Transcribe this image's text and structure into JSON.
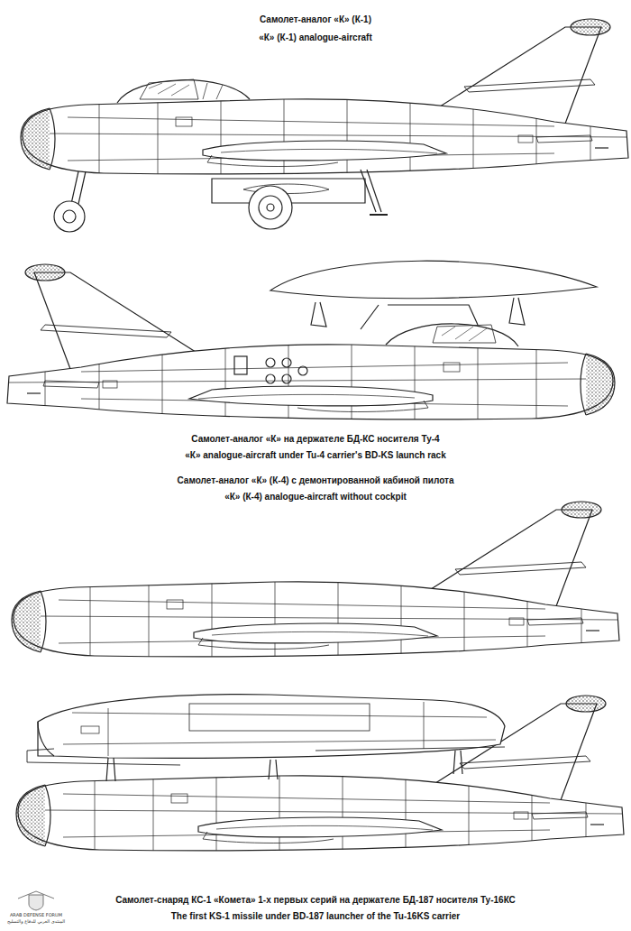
{
  "diagram": {
    "labels": [
      "Самолет-аналог «К» (К-1)",
      "«К» (К-1) analogue-aircraft",
      "Самолет-аналог «К» на держателе БД-КС носителя Ту-4",
      "«К» analogue-aircraft under Tu-4 carrier's BD-KS launch rack",
      "Самолет-аналог «К» (К-4) с демонтированной кабиной пилота",
      "«К» (К-4) analogue-aircraft without cockpit",
      "Самолет-снаряд КС-1 «Комета» 1-х первых серий на держателе БД-187 носителя Ту-16КС",
      "The first KS-1 missile under BD-187 launcher of the Tu-16KS carrier",
      "ARAB DEFENSE FORUM",
      "المنتدى العربي للدفاع والتسليح"
    ]
  }
}
